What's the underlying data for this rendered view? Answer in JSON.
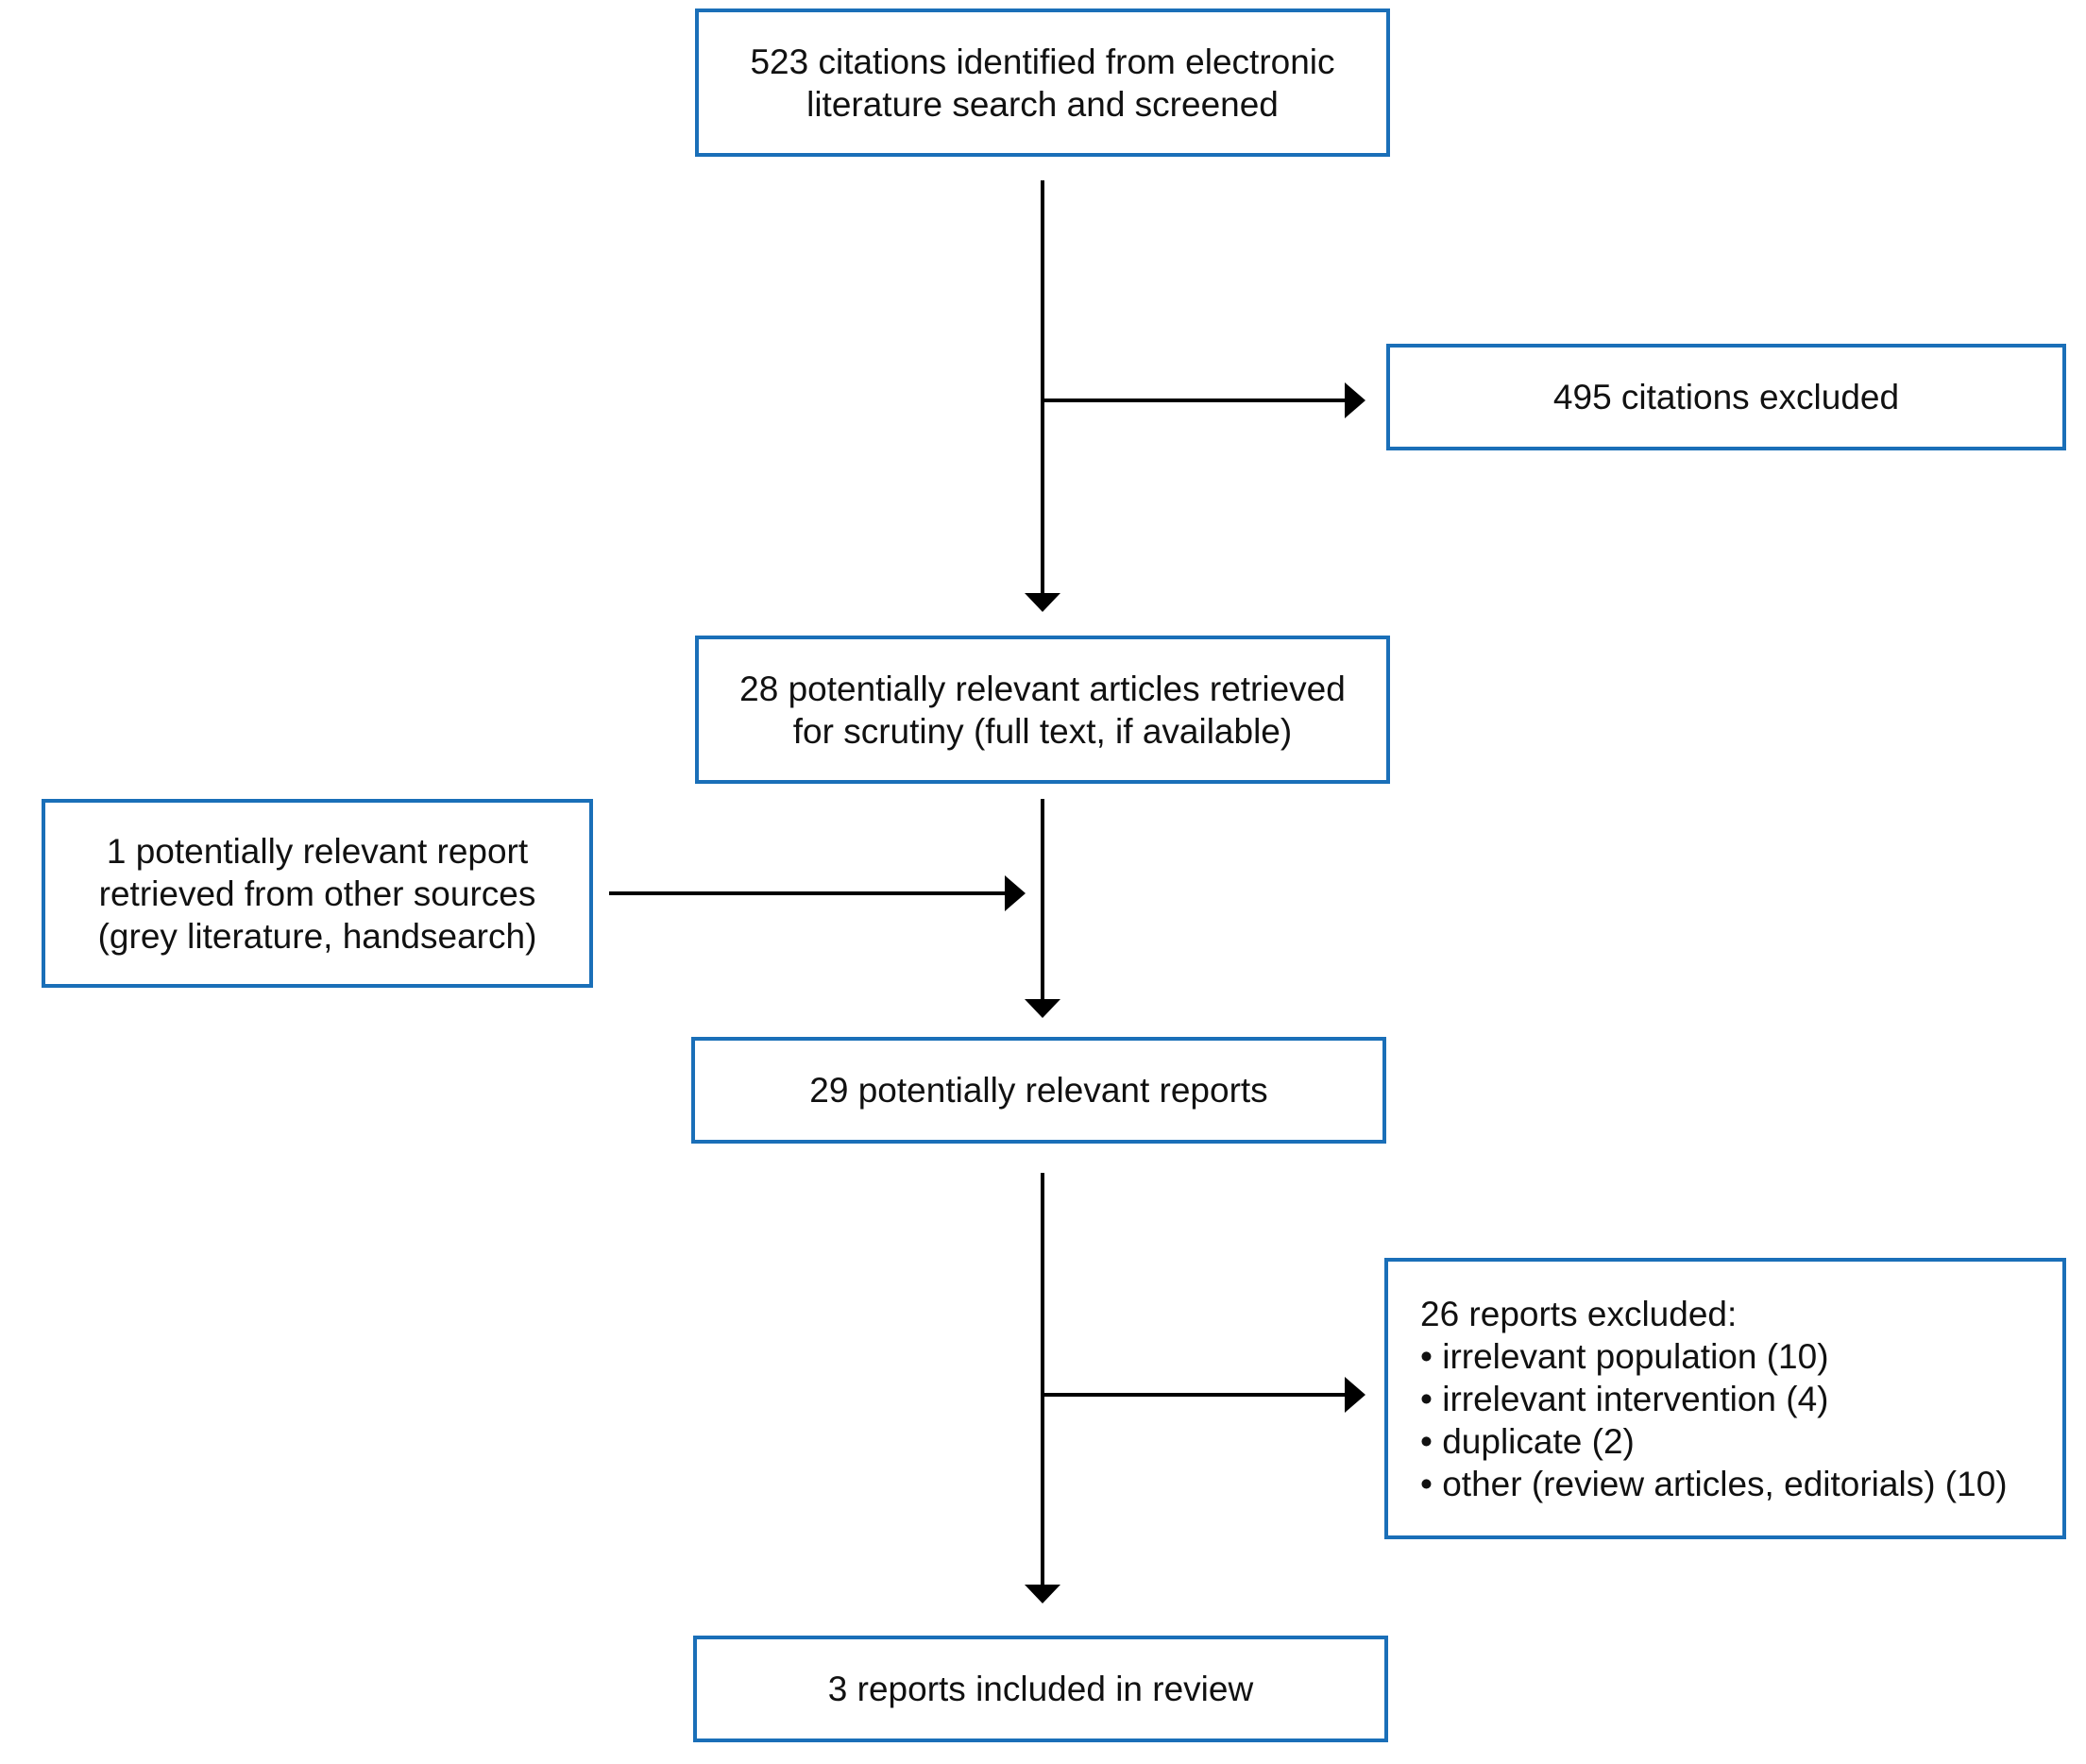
{
  "boxes": {
    "identified": "523 citations identified from electronic\nliterature search and screened",
    "excluded_citations": "495 citations excluded",
    "retrieved": "28 potentially relevant articles retrieved\nfor scrutiny (full text, if available)",
    "other_sources": "1 potentially relevant report\nretrieved from other sources\n(grey literature, handsearch)",
    "potential_reports": "29 potentially relevant reports",
    "reports_excluded": {
      "heading": "26 reports excluded:",
      "items": [
        "• irrelevant population (10)",
        "• irrelevant intervention (4)",
        "• duplicate (2)",
        "• other (review articles, editorials) (10)"
      ]
    },
    "included": "3 reports included in review"
  },
  "colors": {
    "box_border": "#1a6fb8",
    "arrow": "#000000"
  }
}
